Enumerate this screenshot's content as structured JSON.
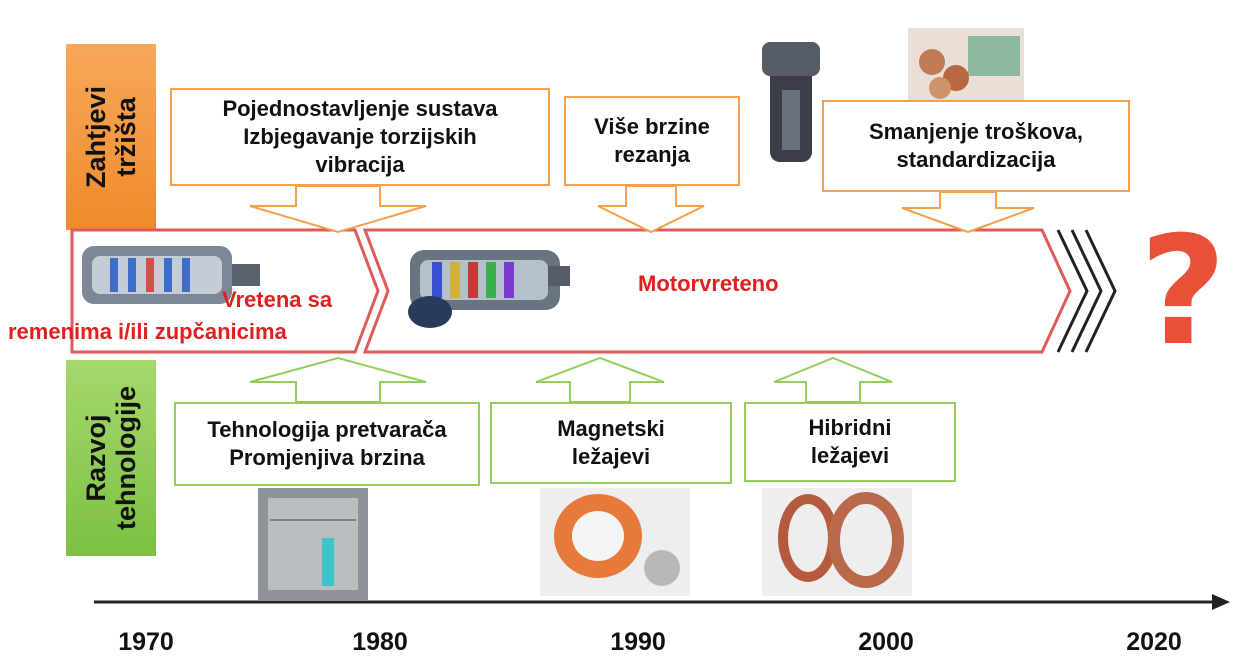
{
  "side_labels": {
    "market": [
      "Zahtjevi",
      "tržišta"
    ],
    "tech": [
      "Razvoj",
      "tehnologije"
    ]
  },
  "market_boxes": [
    {
      "lines": [
        "Pojednostavljenje sustava",
        "Izbjegavanje torzijskih",
        "vibracija"
      ]
    },
    {
      "lines": [
        "Više brzine",
        "rezanja"
      ]
    },
    {
      "lines": [
        "Smanjenje troškova,",
        "standardizacija"
      ]
    }
  ],
  "tech_boxes": [
    {
      "lines": [
        "Tehnologija pretvarača",
        "Promjenjiva brzina"
      ]
    },
    {
      "lines": [
        "Magnetski",
        "ležajevi"
      ]
    },
    {
      "lines": [
        "Hibridni",
        "ležajevi"
      ]
    }
  ],
  "eras": {
    "belt_spindle": [
      "Vretena sa",
      "remenima i/ili zupčanicima"
    ],
    "motor_spindle": "Motorvreteno"
  },
  "future_mark": "?",
  "timeline": {
    "years": [
      "1970",
      "1980",
      "1990",
      "2000",
      "2020"
    ]
  },
  "colors": {
    "market_accent": "#f7a04c",
    "tech_accent": "#8ccc52",
    "era_outline": "#e05a5a",
    "era_text": "#e02020",
    "question_mark": "#e8503a"
  }
}
